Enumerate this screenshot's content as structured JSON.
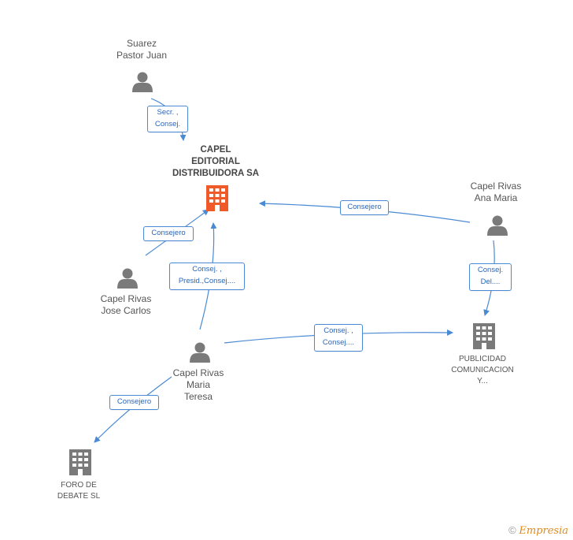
{
  "nodes": {
    "capel_editorial": {
      "label": "CAPEL\nEDITORIAL\nDISTRIBUIDORA SA",
      "kind": "company",
      "highlight": true
    },
    "suarez": {
      "label": "Suarez\nPastor Juan",
      "kind": "person"
    },
    "ana_maria": {
      "label": "Capel Rivas\nAna Maria",
      "kind": "person"
    },
    "jose_carlos": {
      "label": "Capel Rivas\nJose Carlos",
      "kind": "person"
    },
    "maria_teresa": {
      "label": "Capel Rivas\nMaria\nTeresa",
      "kind": "person"
    },
    "publicidad": {
      "label": "PUBLICIDAD\nCOMUNICACION\nY...",
      "kind": "company"
    },
    "foro": {
      "label": "FORO DE\nDEBATE SL",
      "kind": "company"
    }
  },
  "edges": {
    "suarez_to_capel": "Secr. ,\nConsej.",
    "ana_to_capel": "Consejero",
    "jose_to_capel": "Consejero",
    "teresa_to_capel": "Consej. ,\nPresid.,Consej....",
    "ana_to_publicidad": "Consej.\nDel....",
    "teresa_to_publicidad": "Consej. ,\nConsej....",
    "teresa_to_foro": "Consejero"
  },
  "colors": {
    "edge": "#4a8ad4",
    "highlight": "#f05a28",
    "node": "#7a7a7a"
  },
  "brand": {
    "copyright": "©",
    "name": "Empresia"
  }
}
